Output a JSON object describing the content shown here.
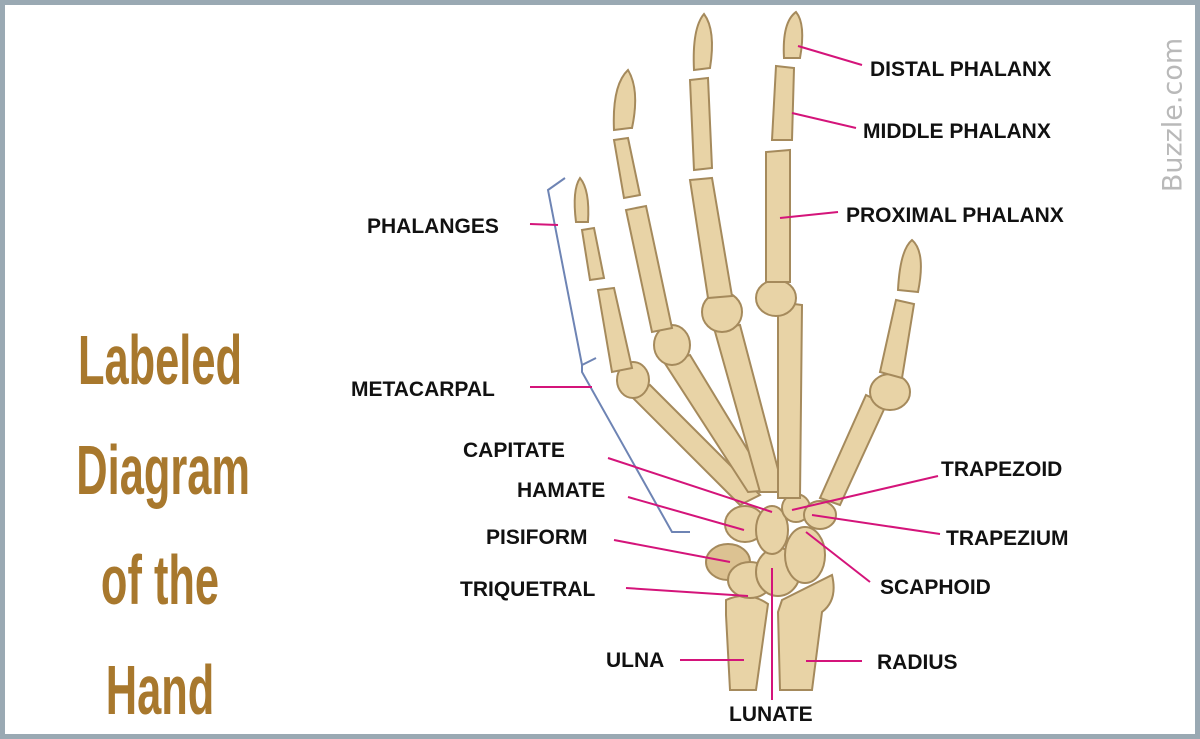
{
  "title_lines": [
    "Labeled",
    "Diagram",
    "of the",
    "Hand"
  ],
  "watermark": "Buzzle.com",
  "labels": {
    "distal_phalanx": "DISTAL PHALANX",
    "middle_phalanx": "MIDDLE PHALANX",
    "proximal_phalanx": "PROXIMAL PHALANX",
    "phalanges": "PHALANGES",
    "metacarpal": "METACARPAL",
    "capitate": "CAPITATE",
    "hamate": "HAMATE",
    "pisiform": "PISIFORM",
    "triquetral": "TRIQUETRAL",
    "ulna": "ULNA",
    "lunate": "LUNATE",
    "trapezoid": "TRAPEZOID",
    "trapezium": "TRAPEZIUM",
    "scaphoid": "SCAPHOID",
    "radius": "RADIUS"
  },
  "colors": {
    "title": "#a8782d",
    "leader_lines": "#d4147a",
    "bracket": "#6e84b4",
    "bone_fill": "#e8d3a6",
    "bone_outline": "#a58a5c",
    "frame": "#9aa9b3"
  }
}
